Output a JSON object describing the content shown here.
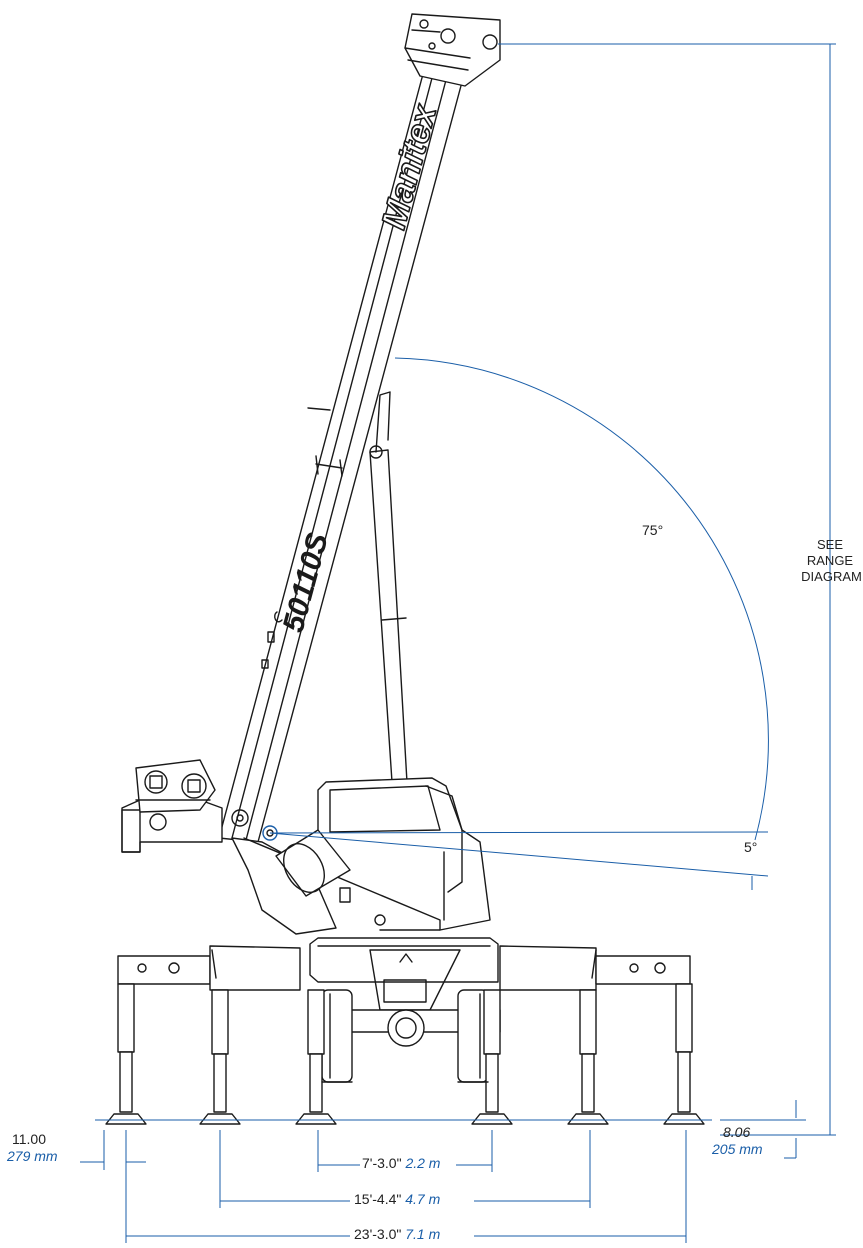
{
  "brand": "Manitex",
  "model": "50110S",
  "angles": {
    "max_boom": "75°",
    "min_boom": "5°"
  },
  "height_note": {
    "line1": "SEE",
    "line2": "RANGE",
    "line3": "DIAGRAM"
  },
  "dimensions": {
    "pad_offset": {
      "imperial": "11.00",
      "metric": "279 mm"
    },
    "ground_clearance": {
      "imperial": "8.06",
      "metric": "205 mm"
    },
    "inner_span": {
      "imperial": "7'-3.0\"",
      "metric": "2.2 m"
    },
    "mid_span": {
      "imperial": "15'-4.4\"",
      "metric": "4.7 m"
    },
    "outer_span": {
      "imperial": "23'-3.0\"",
      "metric": "7.1 m"
    }
  },
  "colors": {
    "line": "#1a1a1a",
    "dimension": "#1a5ea8"
  }
}
